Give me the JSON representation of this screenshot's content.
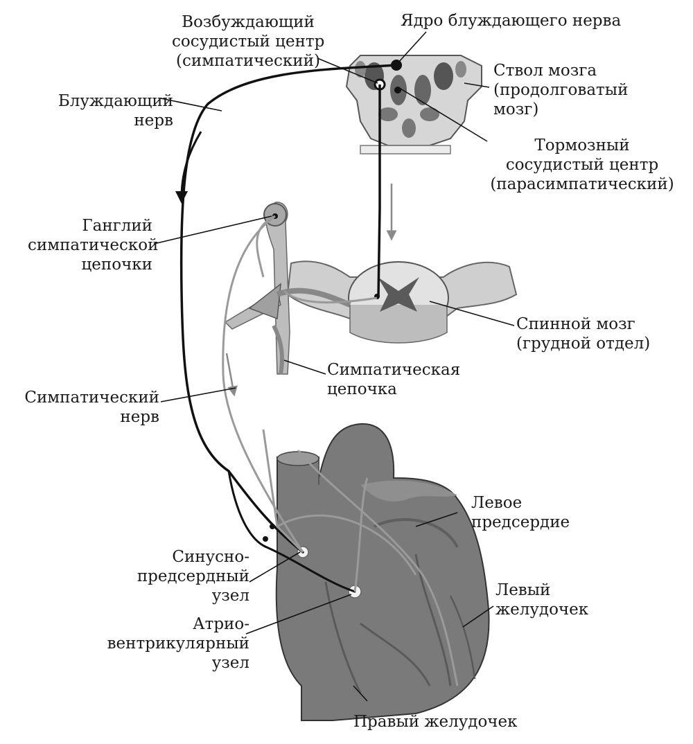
{
  "labels": {
    "excitatory_center": [
      "Возбуждающий",
      "сосудистый центр",
      "(симпатический)"
    ],
    "vagus_nucleus": [
      "Ядро блуждающего нерва"
    ],
    "brainstem": [
      "Ствол мозга",
      "(продолговатый",
      "мозг)"
    ],
    "vagus_nerve": [
      "Блуждающий",
      "нерв"
    ],
    "inhibitory_center": [
      "Тормозный",
      "сосудистый центр",
      "(парасимпатический)"
    ],
    "sympathetic_ganglion": [
      "Ганглий",
      "симпатической",
      "цепочки"
    ],
    "spinal_cord": [
      "Спинной мозг",
      "(грудной отдел)"
    ],
    "sympathetic_chain": [
      "Симпатическая",
      "цепочка"
    ],
    "sympathetic_nerve": [
      "Симпатический",
      "нерв"
    ],
    "left_atrium": [
      "Левое",
      "предсердие"
    ],
    "sa_node": [
      "Синусно-",
      "предсердный",
      "узел"
    ],
    "left_ventricle": [
      "Левый",
      "желудочек"
    ],
    "av_node": [
      "Атрио-",
      "вентрикулярный",
      "узел"
    ],
    "right_ventricle": [
      "Правый желудочек"
    ]
  },
  "colors": {
    "tissue_light": "#d9d9d9",
    "tissue_mid": "#a8a8a8",
    "heart": "#7d7d7d",
    "nerve_dark": "#111111",
    "nerve_gray": "#9a9a9a"
  }
}
